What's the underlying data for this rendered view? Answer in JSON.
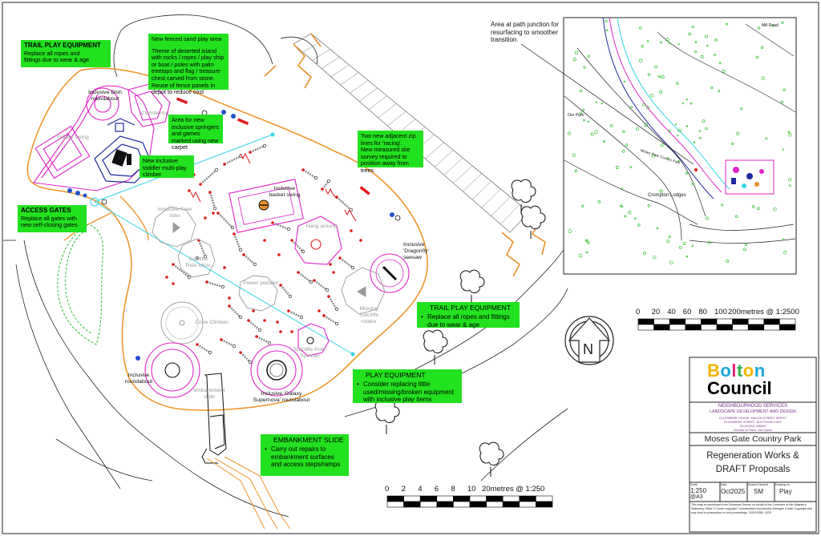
{
  "notes": {
    "trail_top": {
      "title": "TRAIL PLAY EQUIPMENT",
      "body": [
        "Replace all ropes and",
        "fittings due to wear & age"
      ]
    },
    "sand": {
      "body": [
        "New fenced sand play area",
        "",
        "Theme of deserted island with rocks / ropes / play ship or boat / poles with palm treetops and flag / treasure chest carved from stone. Reuse of fence panels in depot to reduce cost"
      ]
    },
    "springers": {
      "body": [
        "Area for new inclusive springers and games marked using new carpet"
      ]
    },
    "toddler": {
      "body": [
        "New inclusive toddler multi-play climber"
      ]
    },
    "access": {
      "title": "ACCESS GATES",
      "body": [
        "Replace all gates with",
        "new self-closing gates"
      ]
    },
    "zip": {
      "body": [
        "Two new adjacent zip lines for 'racing'.",
        "New measured site survey required to position away from trees"
      ]
    },
    "trail_right": {
      "title": "TRAIL PLAY EQUIPMENT",
      "body": [
        "Replace all ropes and fittings due to wear & age"
      ]
    },
    "play": {
      "title": "PLAY EQUIPMENT",
      "body": [
        "Consider replacing little used/missing/broken equipment with inclusive play items"
      ]
    },
    "slide": {
      "title": "EMBANKMENT SLIDE",
      "body": [
        "Carry out repairs to embankment surfaces and access steps/ramps"
      ]
    }
  },
  "labels": {
    "dish": "Inclusive Dish\nroundabout",
    "toddler_swing": "Toddler swing",
    "basket": "Inclusive\nbasket swing",
    "free_rider": "Inclusive Free\nrider",
    "sutcliffe_rider": "Sutcliffe\nRide Idrox",
    "hang_around": "Hang around",
    "dragonfly": "Inclusive\n'Dragonfly'\nseesaw",
    "power_pedaler": "Power pedaler",
    "cone": "Cone Climber",
    "missing": "Missing\nSutcliffe\nrotator",
    "sutcliffe_spinner": "Sutcliffe Pole\nSpinner",
    "inclusive_roundabout": "Inclusive\nroundabout",
    "galaxy": "Inclusive 'Galaxy\nSupernova' roundabout",
    "embankment_slide": "embankment\nslide",
    "clambering": "Clambering"
  },
  "location_map": {
    "callout": "Area at path junction for\nresurfacing to smoother\ntransition.",
    "place_labels": [
      "Mill Road",
      "Crompton Lodges",
      "Moses Gate Country Park",
      "Our Park"
    ]
  },
  "scale_large": {
    "ticks": [
      "0",
      "20",
      "40",
      "60",
      "80",
      "100"
    ],
    "caption": "200metres @ 1:2500"
  },
  "scale_small": {
    "ticks": [
      "0",
      "2",
      "4",
      "6",
      "8",
      "10"
    ],
    "caption": "20metres @ 1:250"
  },
  "north": {
    "label": "N"
  },
  "title_block": {
    "logo_line1": "Bolton",
    "logo_line2": "Council",
    "dept1": "NEIGHBOURHOOD SERVICES",
    "dept2": "LANDSCAPE DEVELOPMENT AND DESIGN",
    "address1": "ELLESMERE HOUSE, MACON STREET DEPOT",
    "address2": "ELLESMERE STREET, BOLTON BL3 3DT",
    "address3": "Tel (01204) 336000",
    "address4": "Director of Place: Jon Dyson",
    "project": "Moses Gate Country Park",
    "title1": "Regeneration Works &",
    "title2": "DRAFT Proposals",
    "scale": "1:250",
    "scale_size": "@A3",
    "date": "Oct2025",
    "drawn": "SM",
    "drawing_no": "Play",
    "small_hdr_scale": "Scale",
    "small_hdr_date": "Date",
    "small_hdr_drawn": "Drawn/Checked",
    "small_hdr_no": "Drawing no.",
    "copyright": "This map is reproduced from Ordnance Survey on behalf of the Controller of Her Majesty's Stationery Office © Crown copyright. Unauthorised reproduction infringes Crown Copyright and may lead to prosecution or civil proceedings. 100019389. 2025"
  },
  "colors": {
    "note_green": "#22e11e",
    "path_orange": "#f0962c",
    "magenta": "#e025c8",
    "cyan": "#35d6e6",
    "navy": "#1f2a9c",
    "bolton_b": "#f2b400"
  }
}
